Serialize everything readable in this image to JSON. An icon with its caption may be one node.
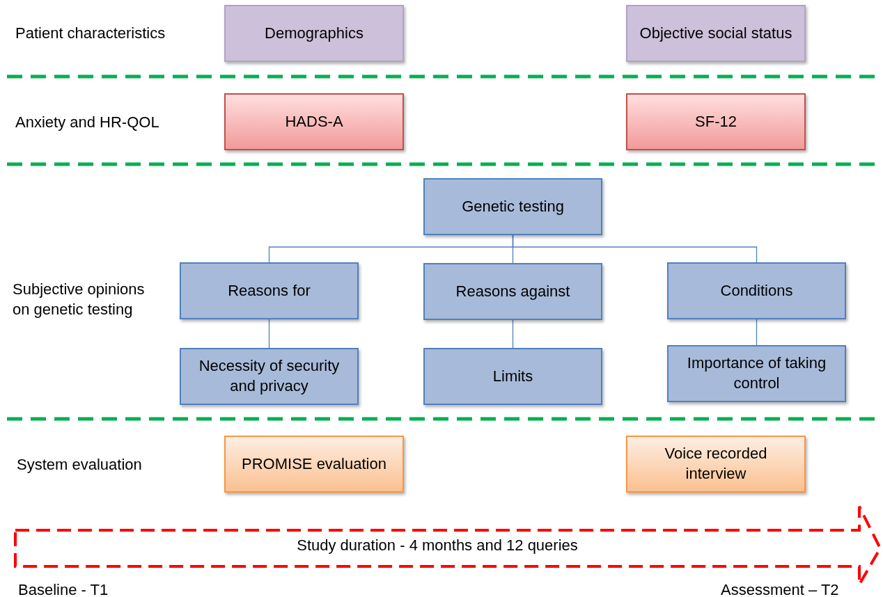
{
  "diagram": {
    "nodes": [
      {
        "text": [
          "Demographics"
        ]
      },
      {
        "text": [
          "Objective social status"
        ]
      },
      {
        "text": [
          "HADS-A"
        ]
      },
      {
        "text": [
          "SF-12"
        ]
      },
      {
        "text": [
          "Genetic testing"
        ]
      },
      {
        "text": [
          "Reasons for"
        ]
      },
      {
        "text": [
          "Reasons against"
        ]
      },
      {
        "text": [
          "Conditions"
        ]
      },
      {
        "text": [
          "Necessity of security and privacy"
        ]
      },
      {
        "text": [
          "Limits"
        ]
      },
      {
        "text": [
          "Importance of taking control"
        ]
      },
      {
        "text": [
          "PROMISE evaluation"
        ]
      },
      {
        "text": [
          "Voice recorded interview"
        ]
      },
      {
        "text": [
          "Study duration - 4 months and 12 queries"
        ]
      }
    ],
    "edges": [
      {
        "from": 4,
        "to": 5,
        "arrow": "none"
      },
      {
        "from": 4,
        "to": 6,
        "arrow": "none"
      },
      {
        "from": 4,
        "to": 7,
        "arrow": "none"
      },
      {
        "from": 5,
        "to": 8,
        "arrow": "none"
      },
      {
        "from": 6,
        "to": 9,
        "arrow": "none"
      },
      {
        "from": 7,
        "to": 10,
        "arrow": "none"
      }
    ],
    "labels": [
      "Patient characteristics",
      "Anxiety and HR-QOL",
      "Subjective opinions on genetic testing",
      "System evaluation",
      "Baseline - T1",
      "Assessment – T2"
    ]
  }
}
